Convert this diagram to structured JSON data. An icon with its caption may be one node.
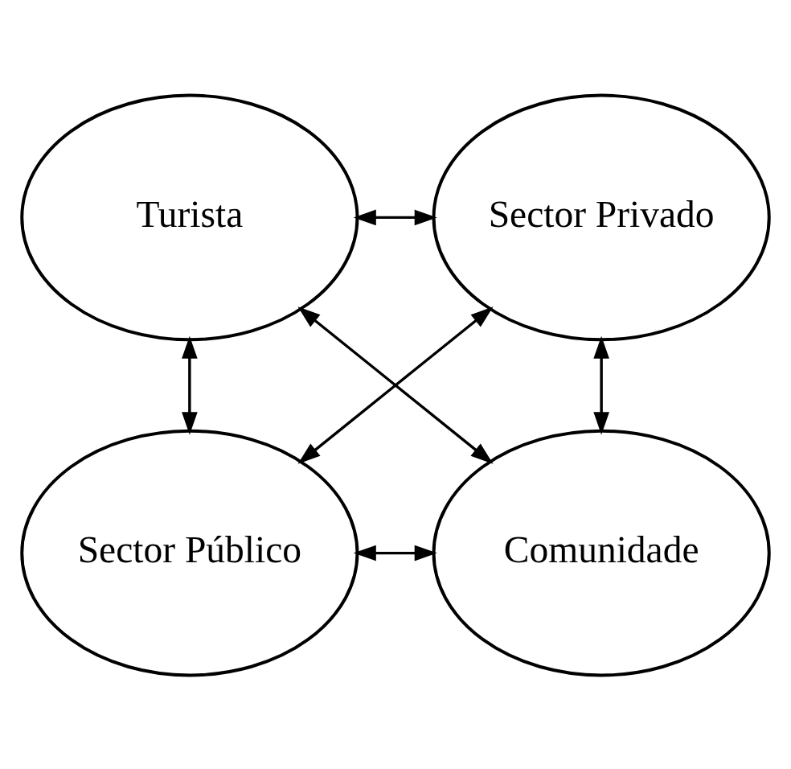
{
  "diagram": {
    "nodes": [
      {
        "text": [
          "Turista"
        ]
      },
      {
        "text": [
          "Sector Privado"
        ]
      },
      {
        "text": [
          "Sector Público"
        ]
      },
      {
        "text": [
          "Comunidade"
        ]
      }
    ],
    "edges": [
      {
        "from": 0,
        "to": 1,
        "arrow": "both"
      },
      {
        "from": 0,
        "to": 2,
        "arrow": "both"
      },
      {
        "from": 0,
        "to": 3,
        "arrow": "both"
      },
      {
        "from": 1,
        "to": 2,
        "arrow": "both"
      },
      {
        "from": 1,
        "to": 3,
        "arrow": "both"
      },
      {
        "from": 2,
        "to": 3,
        "arrow": "both"
      }
    ]
  }
}
